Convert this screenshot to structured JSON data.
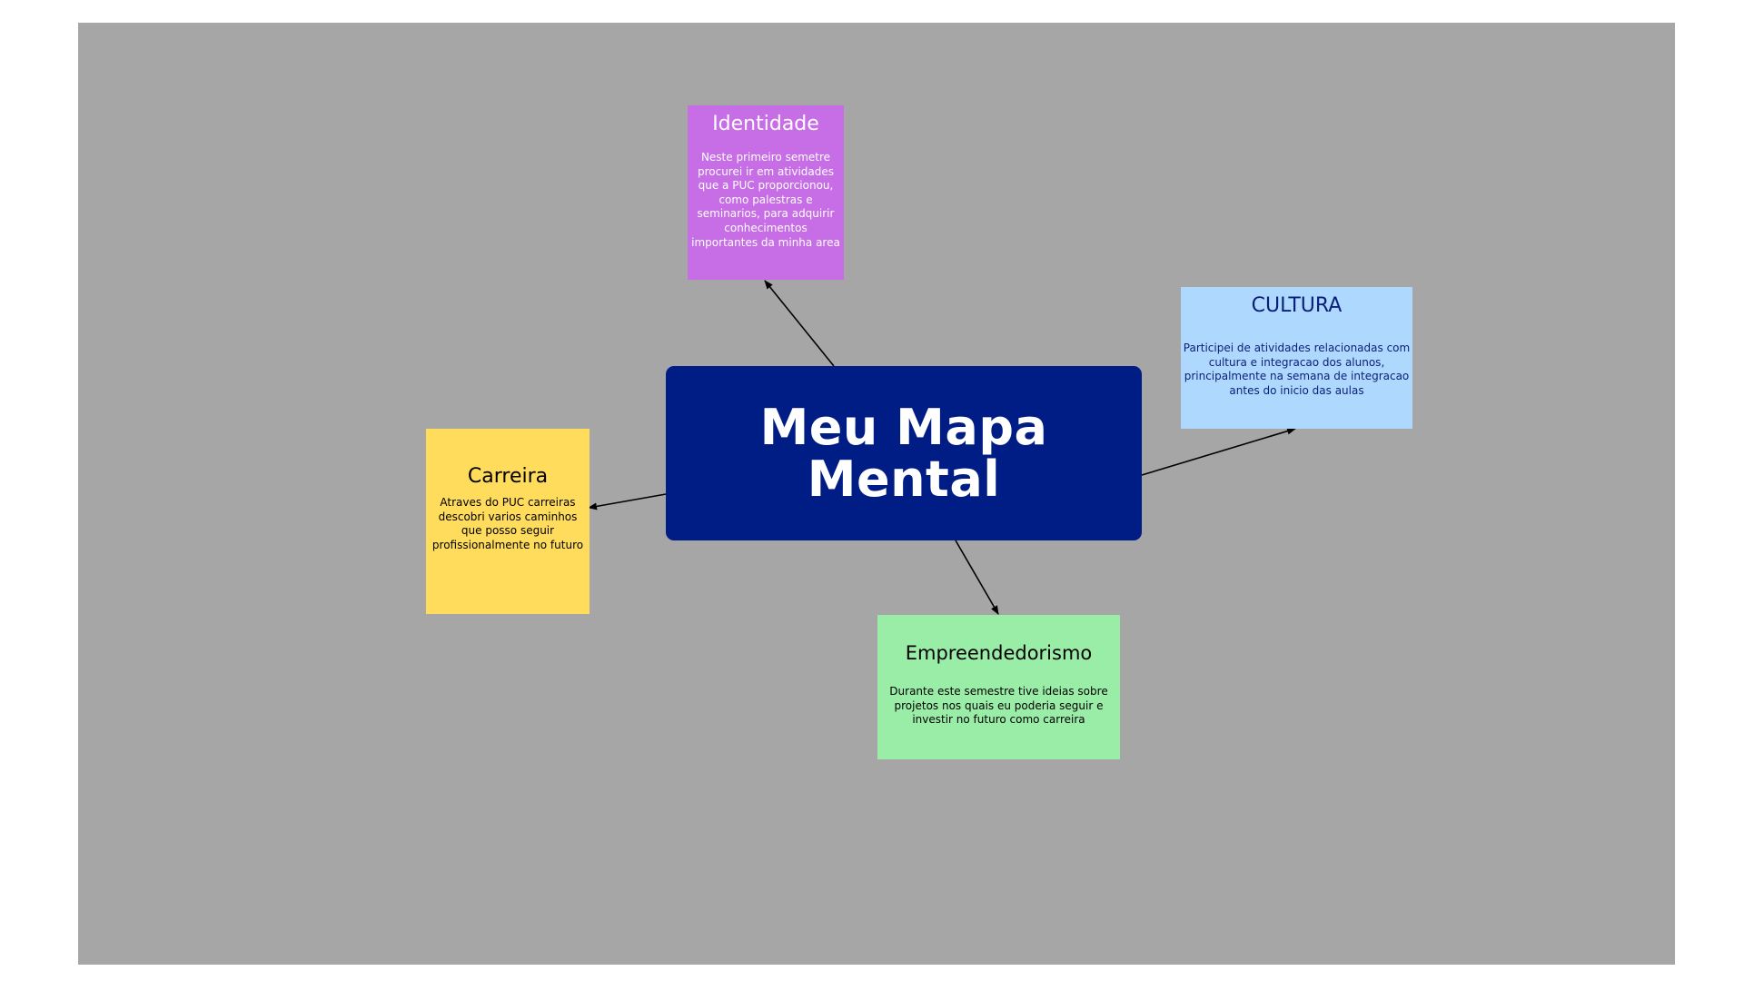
{
  "colors": {
    "board_background": "#a6a6a6",
    "center_background": "#001d86",
    "center_text": "#ffffff",
    "identidade_background": "#c76de6",
    "identidade_text": "#ffffff",
    "cultura_background": "#aed8fd",
    "cultura_text": "#0b1f7a",
    "carreira_background": "#ffdc5b",
    "carreira_text": "#000000",
    "empreendedorismo_background": "#99eda7",
    "empreendedorismo_text": "#000000",
    "connector": "#000000"
  },
  "center": {
    "title": "Meu Mapa\nMental"
  },
  "nodes": {
    "identidade": {
      "title": "Identidade",
      "text": "Neste primeiro semetre procurei ir em atividades que a PUC proporcionou, como palestras e seminarios, para adquirir conhecimentos importantes da minha area"
    },
    "cultura": {
      "title": "CULTURA",
      "text": "Participei de atividades relacionadas com cultura e integracao dos alunos, principalmente na semana de integracao antes do inicio das aulas"
    },
    "carreira": {
      "title": "Carreira",
      "text": "Atraves do PUC carreiras descobri varios caminhos que posso seguir profissionalmente no futuro"
    },
    "empreendedorismo": {
      "title": "Empreendedorismo",
      "text": "Durante este semestre tive ideias sobre projetos nos quais eu poderia seguir e investir no futuro como carreira"
    }
  }
}
